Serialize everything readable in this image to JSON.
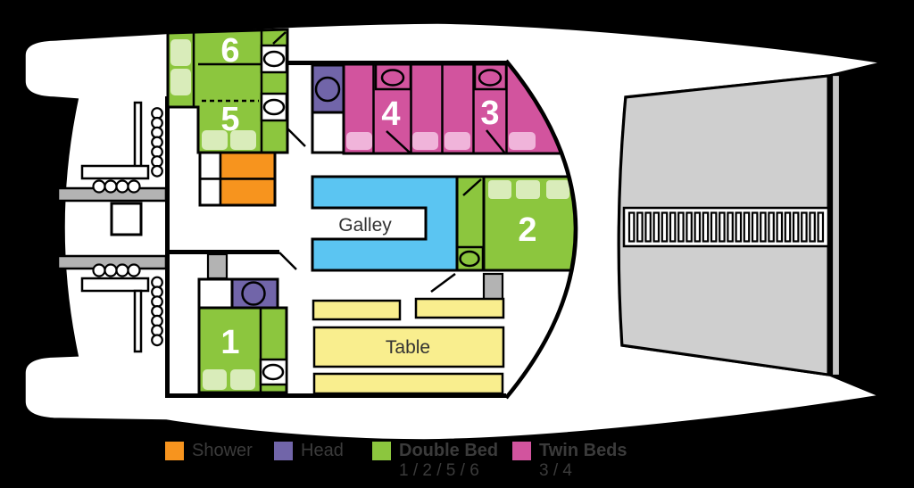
{
  "rooms": {
    "galley": {
      "label": "Galley"
    },
    "table": {
      "label": "Table"
    },
    "cabins": [
      {
        "number": "1"
      },
      {
        "number": "2"
      },
      {
        "number": "3"
      },
      {
        "number": "4"
      },
      {
        "number": "5"
      },
      {
        "number": "6"
      }
    ]
  },
  "legend": {
    "items": [
      {
        "label": "Shower",
        "sublabel": "",
        "color": "#F7941E"
      },
      {
        "label": "Head",
        "sublabel": "",
        "color": "#7165A9"
      },
      {
        "label": "Double Bed",
        "sublabel": "1 / 2 / 5 / 6",
        "color": "#8CC63E"
      },
      {
        "label": "Twin Beds",
        "sublabel": "3 / 4",
        "color": "#D2549E"
      }
    ]
  },
  "colors": {
    "double_bed": "#8CC63E",
    "pillow_green": "#D9ECBA",
    "twin_beds": "#D2549E",
    "pillow_pink": "#F0B4DA",
    "shower": "#F7941E",
    "head": "#7165A9",
    "galley": "#5BC5F2",
    "table": "#F9EE8E",
    "deck": "#CFCFCF",
    "steps": "#B3B3B3",
    "hull": "#FFFFFF",
    "outline": "#000000",
    "legend_text": "#3B3B3B"
  }
}
